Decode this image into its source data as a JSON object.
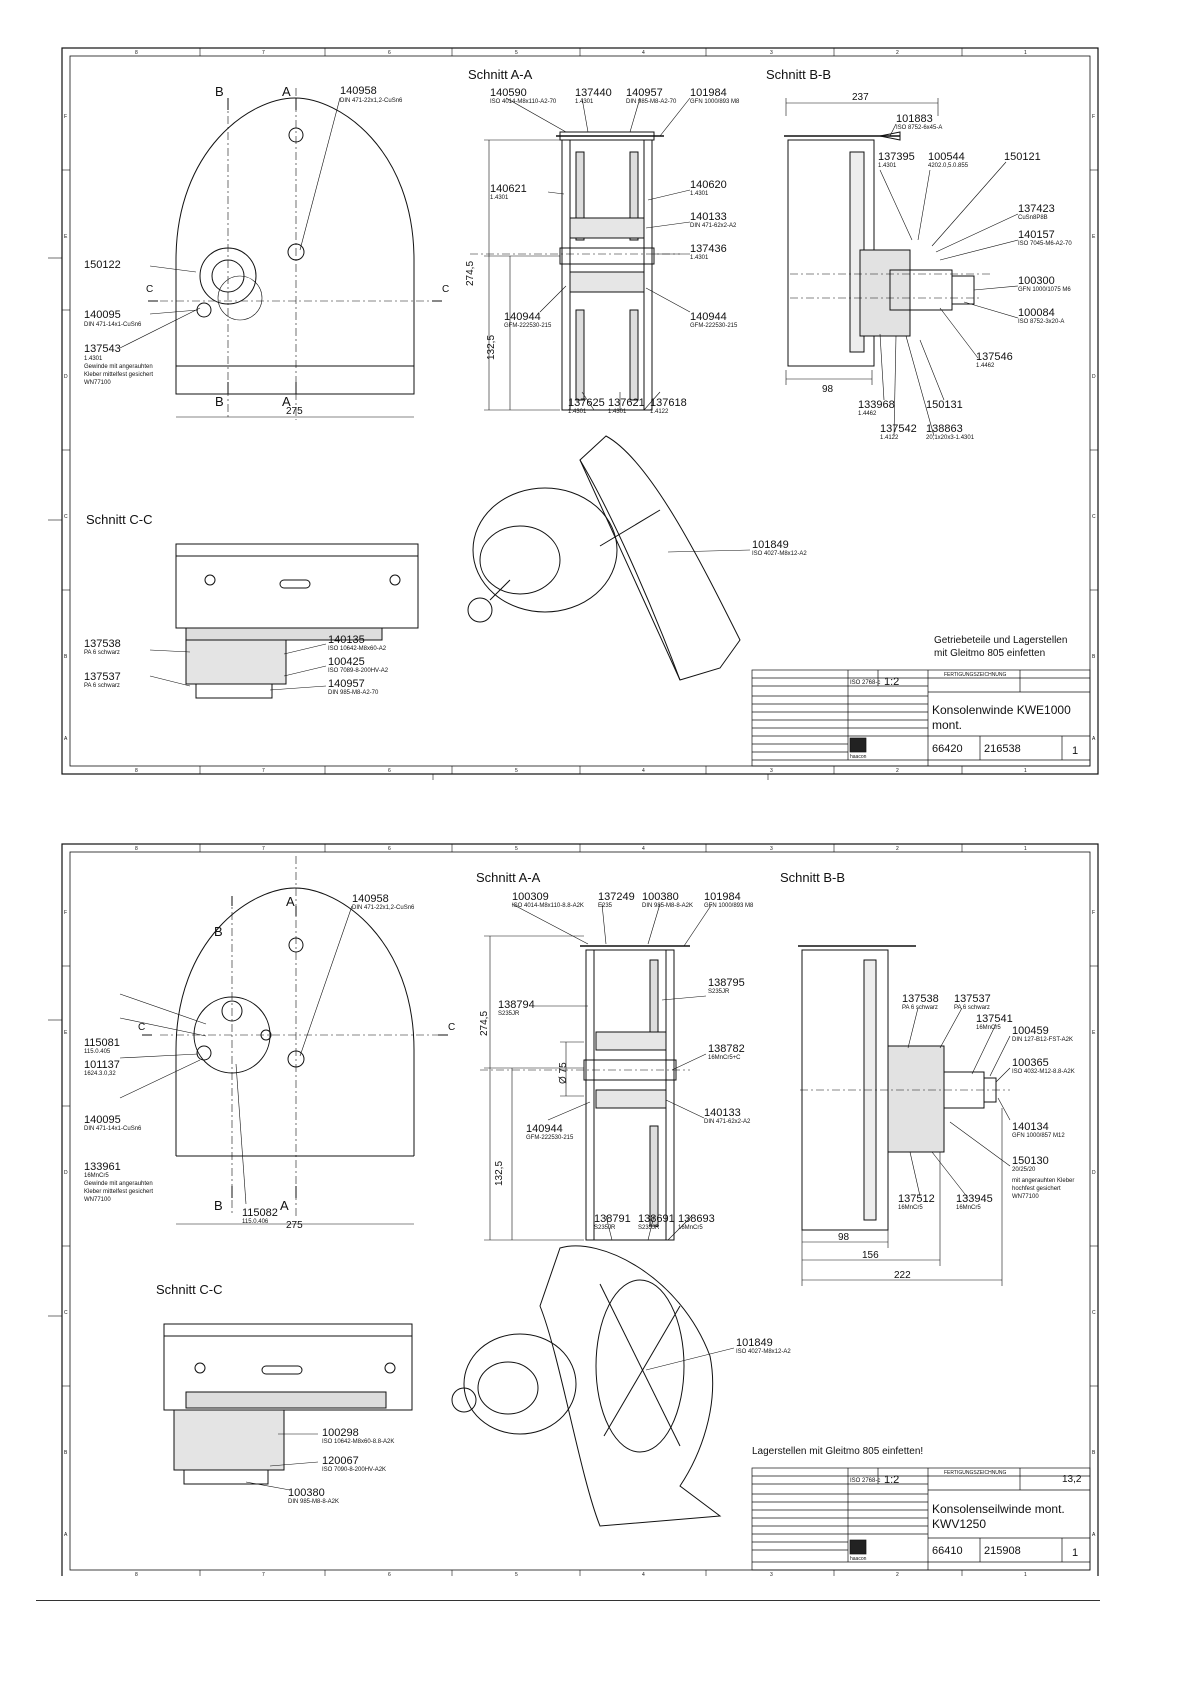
{
  "sheets": [
    {
      "sectionAA": "Schnitt A-A",
      "sectionBB": "Schnitt B-B",
      "sectionCC": "Schnitt C-C",
      "labelA": "A",
      "labelB": "B",
      "labelC": "C",
      "dims": {
        "w275": "275",
        "h2745": "274,5",
        "h1325": "132,5",
        "w237": "237",
        "w98": "98"
      },
      "parts": {
        "p140958": [
          "140958",
          "DIN 471-22x1,2-CuSn6"
        ],
        "p150122": [
          "150122",
          ""
        ],
        "p140095": [
          "140095",
          "DIN 471-14x1-CuSn6"
        ],
        "p137543": [
          "137543",
          "1.4301"
        ],
        "p140590": [
          "140590",
          "ISO 4014-M8x110-A2-70"
        ],
        "p137440": [
          "137440",
          "1.4301"
        ],
        "p140957": [
          "140957",
          "DIN 985-M8-A2-70"
        ],
        "p101984": [
          "101984",
          "GFN 1000/893 M8"
        ],
        "p140621": [
          "140621",
          "1.4301"
        ],
        "p140620": [
          "140620",
          "1.4301"
        ],
        "p140133": [
          "140133",
          "DIN 471-62x2-A2"
        ],
        "p137436": [
          "137436",
          "1.4301"
        ],
        "p140944a": [
          "140944",
          "GFM-222530-215"
        ],
        "p140944b": [
          "140944",
          "GFM-222530-215"
        ],
        "p137625": [
          "137625",
          "1.4301"
        ],
        "p137621": [
          "137621",
          "1.4301"
        ],
        "p137618": [
          "137618",
          "1.4122"
        ],
        "p101883": [
          "101883",
          "ISO 8752-6x45-A"
        ],
        "p137395": [
          "137395",
          "1.4301"
        ],
        "p100544": [
          "100544",
          "4202.0,5.0.855"
        ],
        "p150121": [
          "150121",
          ""
        ],
        "p137423": [
          "137423",
          "CuSn8P8B"
        ],
        "p140157": [
          "140157",
          "ISO 7045-M6-A2-70"
        ],
        "p100300": [
          "100300",
          "GFN 1000/1075 M6"
        ],
        "p100084": [
          "100084",
          "ISO 8752-3x20-A"
        ],
        "p137546": [
          "137546",
          "1.4462"
        ],
        "p150131": [
          "150131",
          ""
        ],
        "p133968": [
          "133968",
          "1.4462"
        ],
        "p137542": [
          "137542",
          "1.4122"
        ],
        "p138863": [
          "138863",
          "20,1x20x3-1.4301"
        ],
        "p137538": [
          "137538",
          "PA 6 schwarz"
        ],
        "p137537": [
          "137537",
          "PA 6 schwarz"
        ],
        "p140135": [
          "140135",
          "ISO 10642-M8x60-A2"
        ],
        "p100425": [
          "100425",
          "ISO 7089-8-200HV-A2"
        ],
        "p140957b": [
          "140957",
          "DIN 985-M8-A2-70"
        ],
        "p101849": [
          "101849",
          "ISO 4027-M8x12-A2"
        ]
      },
      "note1": "Gewinde mit angerauhten",
      "note2": "Kleber mittelfest gesichert",
      "note3": "WN77100",
      "lubeNote1": "Getriebeteile und Lagerstellen",
      "lubeNote2": "mit Gleitmo 805 einfetten",
      "titleBlock": {
        "header": "FERTIGUNGSZEICHNUNG",
        "standard": "ISO 2768-c",
        "scale": "1:2",
        "title1": "Konsolenwinde KWE1000",
        "title2": "mont.",
        "num1": "66420",
        "num2": "216538",
        "sheetNo": "1",
        "company": "haacon",
        "weight": ""
      }
    },
    {
      "sectionAA": "Schnitt A-A",
      "sectionBB": "Schnitt B-B",
      "sectionCC": "Schnitt C-C",
      "labelA": "A",
      "labelB": "B",
      "labelC": "C",
      "dims": {
        "w275": "275",
        "h2745": "274,5",
        "h1325": "132,5",
        "d75": "Ø 75",
        "w98": "98",
        "w156": "156",
        "w222": "222"
      },
      "parts": {
        "p140958": [
          "140958",
          "DIN 471-22x1,2-CuSn6"
        ],
        "p115081": [
          "115081",
          "115.0.405"
        ],
        "p101137": [
          "101137",
          "1624.3.0,32"
        ],
        "p140095": [
          "140095",
          "DIN 471-14x1-CuSn6"
        ],
        "p133961": [
          "133961",
          "16MnCr5"
        ],
        "p115082": [
          "115082",
          "115.0.406"
        ],
        "p100309": [
          "100309",
          "ISO 4014-M8x110-8.8-A2K"
        ],
        "p137249": [
          "137249",
          "E235"
        ],
        "p100380": [
          "100380",
          "DIN 985-M8-8-A2K"
        ],
        "p101984": [
          "101984",
          "GFN 1000/893 M8"
        ],
        "p138794": [
          "138794",
          "S235JR"
        ],
        "p138795": [
          "138795",
          "S235JR"
        ],
        "p138782": [
          "138782",
          "16MnCr5+C"
        ],
        "p140944": [
          "140944",
          "GFM-222530-215"
        ],
        "p140133": [
          "140133",
          "DIN 471-62x2-A2"
        ],
        "p138791": [
          "138791",
          "S235JR"
        ],
        "p138691": [
          "138691",
          "S235JR"
        ],
        "p138693": [
          "138693",
          "16MnCr5"
        ],
        "p137538": [
          "137538",
          "PA 6 schwarz"
        ],
        "p137537": [
          "137537",
          "PA 6 schwarz"
        ],
        "p137541": [
          "137541",
          "16MnCr5"
        ],
        "p100459": [
          "100459",
          "DIN 127-B12-FST-A2K"
        ],
        "p100365": [
          "100365",
          "ISO 4032-M12-8.8-A2K"
        ],
        "p140134": [
          "140134",
          "GFN 1000/857 M12"
        ],
        "p150130": [
          "150130",
          "20/25/20"
        ],
        "p137512": [
          "137512",
          "16MnCr5"
        ],
        "p133945": [
          "133945",
          "16MnCr5"
        ],
        "p100298": [
          "100298",
          "ISO 10642-M8x60-8.8-A2K"
        ],
        "p120067": [
          "120067",
          "ISO 7090-8-200HV-A2K"
        ],
        "p100380b": [
          "100380",
          "DIN 985-M8-8-A2K"
        ],
        "p101849": [
          "101849",
          "ISO 4027-M8x12-A2"
        ]
      },
      "note1": "Gewinde mit angerauhten",
      "note2": "Kleber mittelfest gesichert",
      "note3": "WN77100",
      "noteB1": "mit angerauhten Kleber",
      "noteB2": "hochfest gesichert",
      "noteB3": "WN77100",
      "lubeNote1": "Lagerstellen mit Gleitmo 805 einfetten!",
      "titleBlock": {
        "header": "FERTIGUNGSZEICHNUNG",
        "standard": "ISO 2768-c",
        "scale": "1:2",
        "title1": "Konsolenseilwinde mont.",
        "title2": "KWV1250",
        "num1": "66410",
        "num2": "215908",
        "sheetNo": "1",
        "company": "haacon",
        "weight": "13,2"
      }
    }
  ]
}
